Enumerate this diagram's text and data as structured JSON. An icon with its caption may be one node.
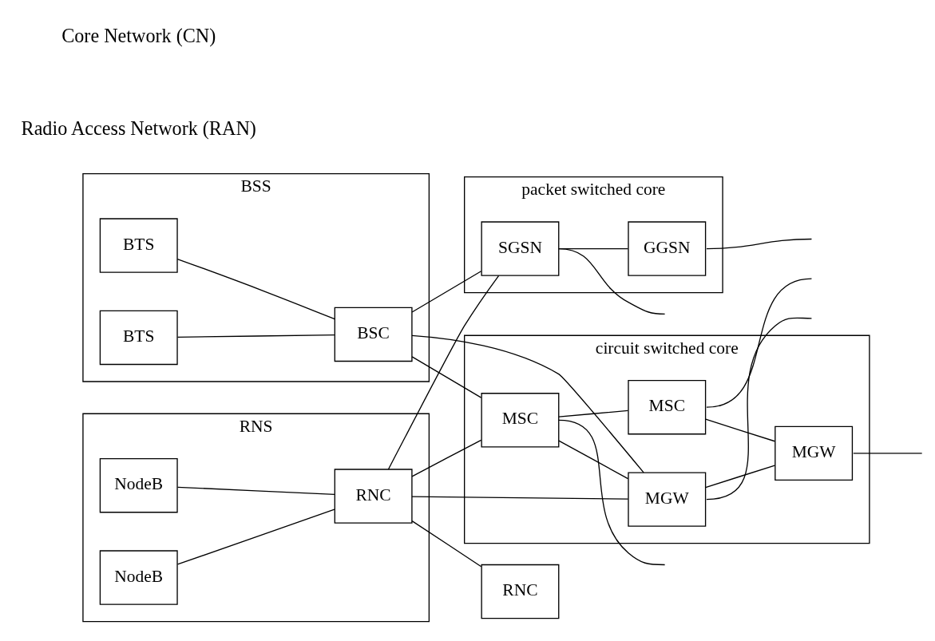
{
  "diagram": {
    "nodes": [
      {
        "text": [
          "BSS"
        ]
      },
      {
        "text": [
          "BTS"
        ],
        "in": 0
      },
      {
        "text": [
          "BTS"
        ],
        "in": 0
      },
      {
        "text": [
          "BSC"
        ],
        "in": 0
      },
      {
        "text": [
          "RNS"
        ]
      },
      {
        "text": [
          "NodeB"
        ],
        "in": 4
      },
      {
        "text": [
          "NodeB"
        ],
        "in": 4
      },
      {
        "text": [
          "RNC"
        ],
        "in": 4
      },
      {
        "text": [
          "RNC"
        ]
      },
      {
        "text": [
          "circuit switched core"
        ]
      },
      {
        "text": [
          "MSC"
        ],
        "in": 9
      },
      {
        "text": [
          "MSC"
        ],
        "in": 9
      },
      {
        "text": [
          "MGW"
        ],
        "in": 9
      },
      {
        "text": [
          "MGW"
        ],
        "in": 9
      },
      {
        "text": [
          "packet switched core"
        ]
      },
      {
        "text": [
          "SGSN"
        ],
        "in": 14
      },
      {
        "text": [
          "GGSN"
        ],
        "in": 14
      }
    ],
    "edges": [
      {
        "from": 1,
        "to": 3,
        "arrow": "none"
      },
      {
        "from": 2,
        "to": 3,
        "arrow": "none"
      },
      {
        "from": 3,
        "to": 10,
        "arrow": "none"
      },
      {
        "from": 3,
        "to": 12,
        "arrow": "none"
      },
      {
        "from": 3,
        "to": 15,
        "arrow": "none"
      },
      {
        "from": 10,
        "to": 11,
        "arrow": "none"
      },
      {
        "from": 10,
        "to": 12,
        "arrow": "none"
      },
      {
        "from": 11,
        "to": 13,
        "arrow": "none"
      },
      {
        "from": 12,
        "to": 13,
        "arrow": "none"
      },
      {
        "from": 5,
        "to": 7,
        "arrow": "none"
      },
      {
        "from": 6,
        "to": 7,
        "arrow": "none"
      },
      {
        "from": 7,
        "to": 10,
        "arrow": "none"
      },
      {
        "from": 7,
        "to": 12,
        "arrow": "none"
      },
      {
        "from": 7,
        "to": 15,
        "arrow": "none"
      },
      {
        "from": 7,
        "to": 8,
        "arrow": "none"
      },
      {
        "from": 15,
        "to": 16,
        "arrow": "none"
      },
      {
        "from": 10,
        "to": null,
        "arrow": "none"
      },
      {
        "from": 11,
        "to": null,
        "arrow": "none"
      },
      {
        "from": 13,
        "to": null,
        "arrow": "none"
      },
      {
        "from": 12,
        "to": null,
        "arrow": "none"
      },
      {
        "from": 16,
        "to": null,
        "arrow": "none"
      },
      {
        "from": 15,
        "to": null,
        "arrow": "none"
      }
    ],
    "labels": [
      "Radio Access Network (RAN)",
      "Core Network (CN)"
    ]
  }
}
